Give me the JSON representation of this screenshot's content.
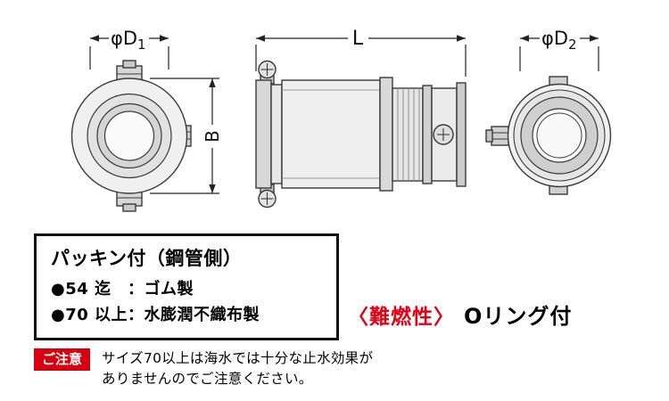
{
  "drawing": {
    "dims": {
      "d1": {
        "base": "φD",
        "sub": "1"
      },
      "l": "L",
      "d2": {
        "base": "φD",
        "sub": "2"
      },
      "b": "B"
    }
  },
  "spec_box": {
    "title": "パッキン付（鋼管側）",
    "items": [
      "●54 迄　：ゴム製",
      "●70 以上：水膨潤不織布製"
    ]
  },
  "features": {
    "flame_retardant": "〈難燃性〉",
    "oring": "Oリング付"
  },
  "notice": {
    "badge": "ご注意",
    "line1": "サイズ70以上は海水では十分な止水効果が",
    "line2": "ありませんのでご注意ください。"
  },
  "colors": {
    "flame_text_red": "#e60012",
    "notice_badge_red": "#d7000f",
    "line_color": "#3a3a3a"
  }
}
